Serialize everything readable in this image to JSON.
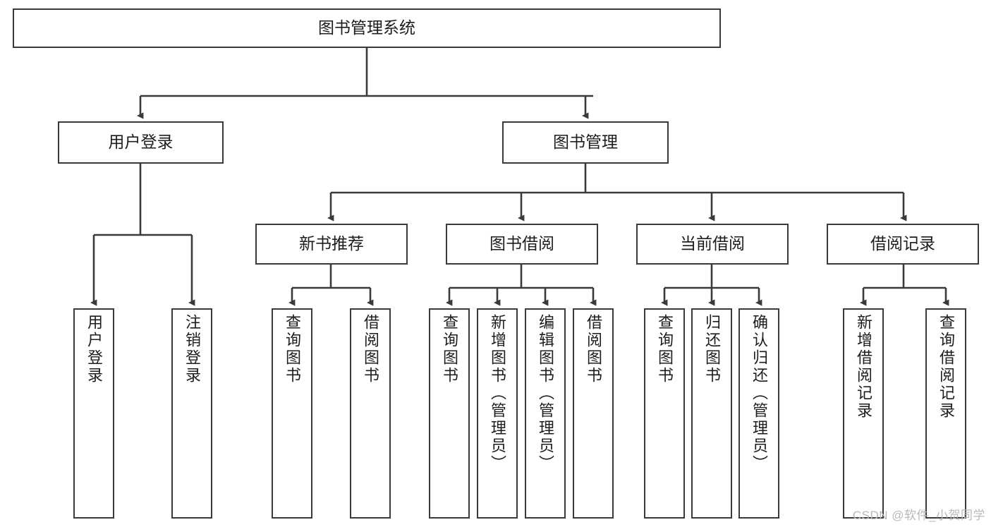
{
  "diagram": {
    "title": "图书管理系统",
    "type": "tree-hierarchy-chart",
    "root": {
      "label": "图书管理系统"
    },
    "level2": [
      {
        "label": "用户登录"
      },
      {
        "label": "图书管理"
      }
    ],
    "level3": [
      {
        "label": "新书推荐"
      },
      {
        "label": "图书借阅"
      },
      {
        "label": "当前借阅"
      },
      {
        "label": "借阅记录"
      }
    ],
    "leaves": {
      "user_login": [
        {
          "label": "用户登录"
        },
        {
          "label": "注销登录"
        }
      ],
      "new_book_recommend": [
        {
          "label": "查询图书"
        },
        {
          "label": "借阅图书"
        }
      ],
      "book_borrow": [
        {
          "label": "查询图书"
        },
        {
          "label": "新增图书（管理员）"
        },
        {
          "label": "编辑图书（管理员）"
        },
        {
          "label": "借阅图书"
        }
      ],
      "current_borrow": [
        {
          "label": "查询图书"
        },
        {
          "label": "归还图书"
        },
        {
          "label": "确认归还（管理员）"
        }
      ],
      "borrow_record": [
        {
          "label": "新增借阅记录"
        },
        {
          "label": "查询借阅记录"
        }
      ]
    }
  },
  "watermark": {
    "text": "CSDN @软件_小贺同学"
  },
  "colors": {
    "stroke": "#3a3a3a",
    "background": "#ffffff",
    "text": "#1d1d1d",
    "watermark": "#b9b9b9"
  }
}
